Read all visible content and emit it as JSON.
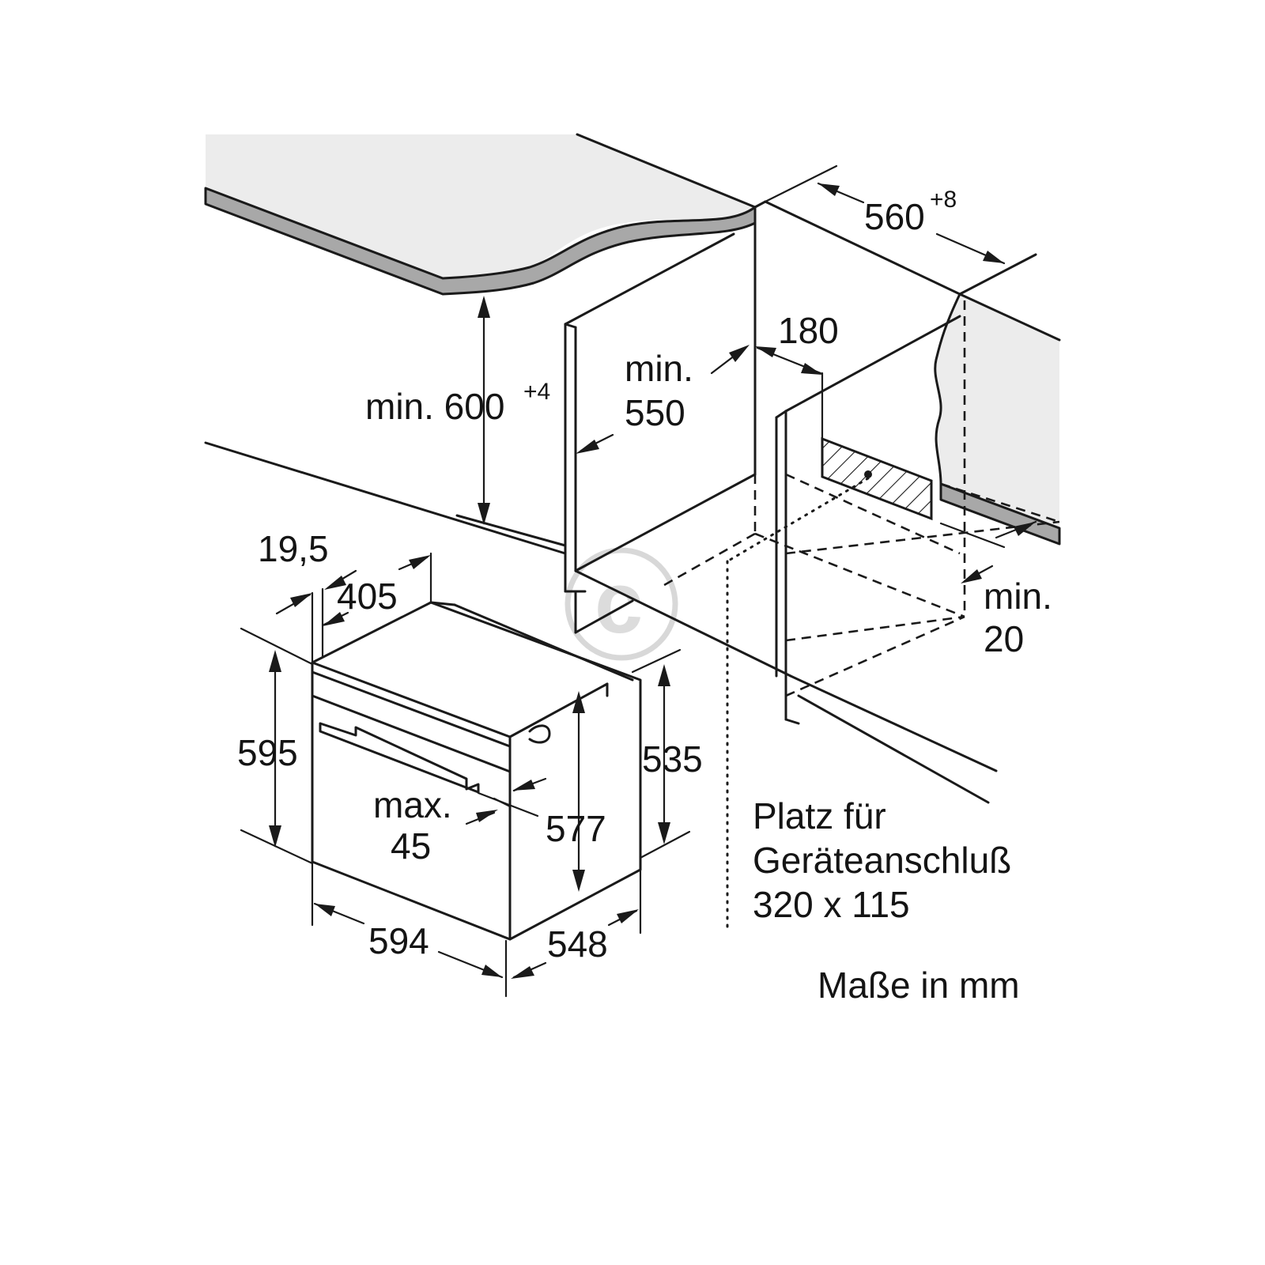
{
  "labels": {
    "dim_560": "560",
    "dim_560_tol": "+8",
    "dim_600_prefix": "min. 600",
    "dim_600_tol": "+4",
    "dim_550_line1": "min.",
    "dim_550_line2": "550",
    "dim_180": "180",
    "dim_min20_line1": "min.",
    "dim_min20_line2": "20",
    "dim_19_5": "19,5",
    "dim_405": "405",
    "dim_595": "595",
    "dim_535": "535",
    "dim_577": "577",
    "dim_max45_line1": "max.",
    "dim_max45_line2": "45",
    "dim_594": "594",
    "dim_548": "548",
    "note_line1": "Platz für",
    "note_line2": "Geräteanschluß",
    "note_line3": "320 x 115",
    "units": "Maße in mm",
    "watermark": "c"
  },
  "colors": {
    "line": "#1a1a1a",
    "worktop_top": "#ececec",
    "worktop_edge": "#a8a8a8",
    "watermark": "#d8d8d8"
  }
}
